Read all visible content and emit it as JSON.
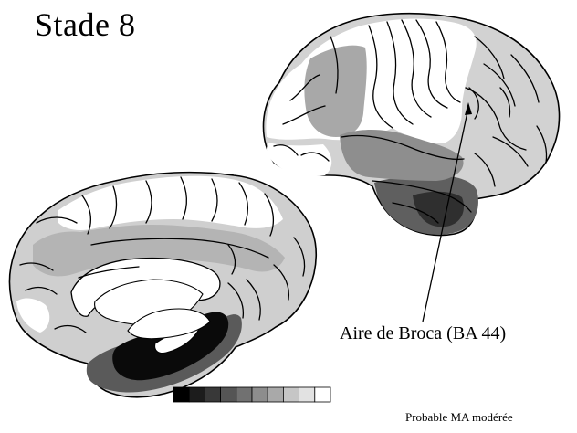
{
  "figure": {
    "title": "Stade 8",
    "annotation": "Aire de Broca (BA 44)",
    "caption": "Probable MA modérée"
  },
  "colors": {
    "background": "#ffffff",
    "outline": "#000000",
    "white_area": "#ffffff",
    "light_gray": "#d9d9d9",
    "mid_light_gray": "#c4c4c4",
    "mid_gray": "#a8a8a8",
    "dark_gray": "#5f5f5f",
    "very_dark": "#2a2a2a",
    "black": "#000000"
  },
  "legend": {
    "swatches": [
      "#000000",
      "#1c1c1c",
      "#383838",
      "#555555",
      "#717171",
      "#8d8d8d",
      "#a9a9a9",
      "#c6c6c6",
      "#e2e2e2",
      "#ffffff"
    ]
  }
}
